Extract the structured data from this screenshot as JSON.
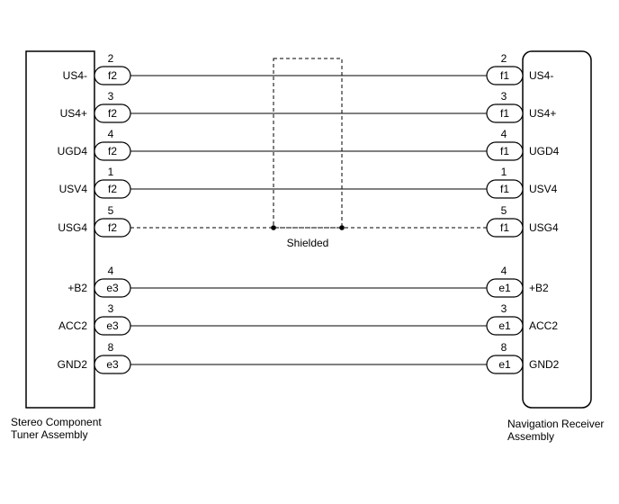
{
  "left_component": {
    "name_line1": "Stereo Component",
    "name_line2": "Tuner Assembly"
  },
  "right_component": {
    "name_line1": "Navigation Receiver",
    "name_line2": "Assembly"
  },
  "shield_label": "Shielded",
  "wires": [
    {
      "left_signal": "US4-",
      "left_connector": "f2",
      "left_pin": "2",
      "right_signal": "US4-",
      "right_connector": "f1",
      "right_pin": "2",
      "shielded": false
    },
    {
      "left_signal": "US4+",
      "left_connector": "f2",
      "left_pin": "3",
      "right_signal": "US4+",
      "right_connector": "f1",
      "right_pin": "3",
      "shielded": false
    },
    {
      "left_signal": "UGD4",
      "left_connector": "f2",
      "left_pin": "4",
      "right_signal": "UGD4",
      "right_connector": "f1",
      "right_pin": "4",
      "shielded": false
    },
    {
      "left_signal": "USV4",
      "left_connector": "f2",
      "left_pin": "1",
      "right_signal": "USV4",
      "right_connector": "f1",
      "right_pin": "1",
      "shielded": false
    },
    {
      "left_signal": "USG4",
      "left_connector": "f2",
      "left_pin": "5",
      "right_signal": "USG4",
      "right_connector": "f1",
      "right_pin": "5",
      "shielded": true
    },
    {
      "left_signal": "+B2",
      "left_connector": "e3",
      "left_pin": "4",
      "right_signal": "+B2",
      "right_connector": "e1",
      "right_pin": "4",
      "shielded": false
    },
    {
      "left_signal": "ACC2",
      "left_connector": "e3",
      "left_pin": "3",
      "right_signal": "ACC2",
      "right_connector": "e1",
      "right_pin": "3",
      "shielded": false
    },
    {
      "left_signal": "GND2",
      "left_connector": "e3",
      "left_pin": "8",
      "right_signal": "GND2",
      "right_connector": "e1",
      "right_pin": "8",
      "shielded": false
    }
  ]
}
